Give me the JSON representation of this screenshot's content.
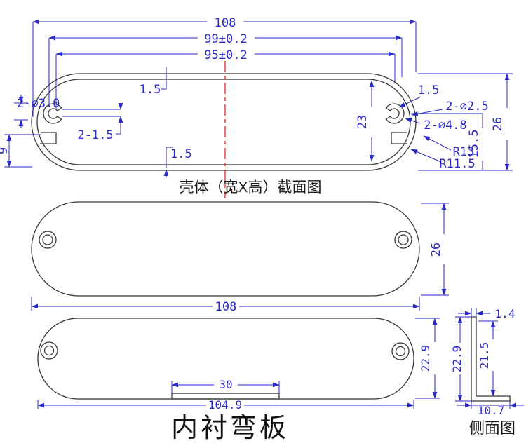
{
  "colors": {
    "dimension_blue": "#2a2ac8",
    "outline_black": "#383838",
    "centerline_red": "#e01414",
    "background": "#ffffff"
  },
  "shell": {
    "caption": "壳体（宽X高）截面图",
    "dims": {
      "overall_width": "108",
      "mount_width": "99±0.2",
      "inner_width": "95±0.2",
      "wall_top": "1.5",
      "left_holes": "2-⌀3.0",
      "slot_pair": "2-1.5",
      "bottom_offset": "9",
      "wall_bottom": "1.5",
      "inner_height": "23",
      "wall_right": "1.5",
      "screw_holes": "2-⌀2.5",
      "boss_holes": "2-⌀4.8",
      "radius_outer": "R13",
      "radius_inner": "R11.5",
      "boss_height": "15.5",
      "overall_height": "26"
    }
  },
  "cover": {
    "dims": {
      "width": "108",
      "height": "26"
    }
  },
  "liner": {
    "caption": "内衬弯板",
    "dims": {
      "tab_width": "30",
      "width": "104.9",
      "height": "22.9"
    }
  },
  "side": {
    "caption": "侧面图",
    "dims": {
      "thickness": "1.4",
      "outer_height": "22.9",
      "inner_height": "21.5",
      "leg_width": "10.7"
    }
  }
}
